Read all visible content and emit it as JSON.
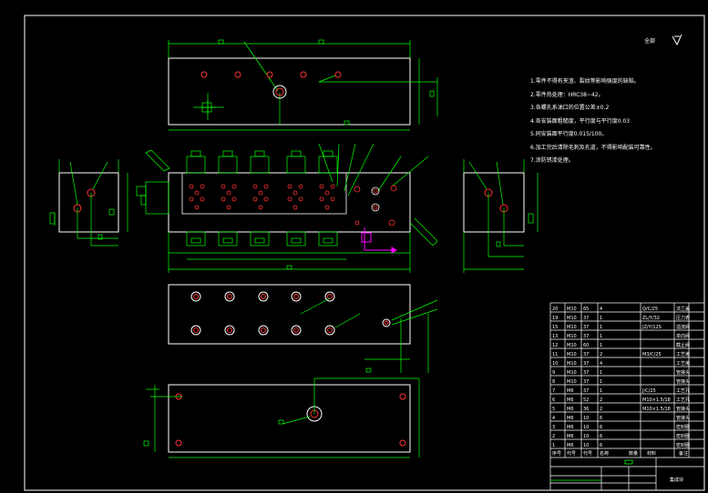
{
  "notes": [
    "1.零件不得有夹渣、裂纹等影响强度的缺陷。",
    "2.零件热处理：HRC38~42。",
    "3.各螺孔系油口的位置公差±0.2",
    "4.各安装面粗糙度，平行度与平行度0.03",
    "5.同安装面平行度0.015/100。",
    "6.加工完后清除毛刺及孔道，不得影响配装可靠性。",
    "7.涂防锈漆处理。"
  ],
  "corner_mark": "全部",
  "colors": {
    "background": "#000000",
    "outline": "#ffffff",
    "dimension": "#00ff00",
    "hole": "#ff3333",
    "frame": "#ffffff",
    "magenta": "#ff00ff",
    "yellow": "#ffff00"
  },
  "parts_table": {
    "rows": [
      [
        "20",
        "M10",
        "65",
        "4",
        "Q/C/25",
        "法兰盖"
      ],
      [
        "19",
        "M10",
        "37",
        "1",
        "ZL/Y/32",
        "压力表"
      ],
      [
        "15",
        "M10",
        "37",
        "1",
        "JZ/Y/12S",
        "溢流阀"
      ],
      [
        "13",
        "M10",
        "37",
        "1",
        "",
        "单向阀"
      ],
      [
        "12",
        "M10",
        "60",
        "1",
        "",
        "截止阀"
      ],
      [
        "11",
        "M10",
        "37",
        "2",
        "M3/C/25",
        "工艺堵"
      ],
      [
        "10",
        "M10",
        "37",
        "4",
        "",
        "工艺堵"
      ],
      [
        "9",
        "M10",
        "37",
        "1",
        "",
        "管接头"
      ],
      [
        "8",
        "M10",
        "37",
        "1",
        "",
        "管接头"
      ],
      [
        "7",
        "M6",
        "37",
        "1",
        "J/C/25",
        "工艺孔"
      ],
      [
        "6",
        "M6",
        "52",
        "2",
        "M10×1.5/18",
        "工艺孔"
      ],
      [
        "5",
        "M6",
        "36",
        "2",
        "M10×1.5/18",
        "管接头"
      ],
      [
        "4",
        "M6",
        "10",
        "6",
        "",
        "管接头"
      ],
      [
        "3",
        "M6",
        "10",
        "6",
        "",
        "密封圈"
      ],
      [
        "2",
        "M6",
        "10",
        "6",
        "",
        "密封圈"
      ],
      [
        "1",
        "M6",
        "10",
        "6",
        "",
        "密封圈"
      ]
    ],
    "header": [
      "序号",
      "代号",
      "代号",
      "名称",
      "数量",
      "材料",
      "备注"
    ],
    "title_block_name": "集成块"
  }
}
